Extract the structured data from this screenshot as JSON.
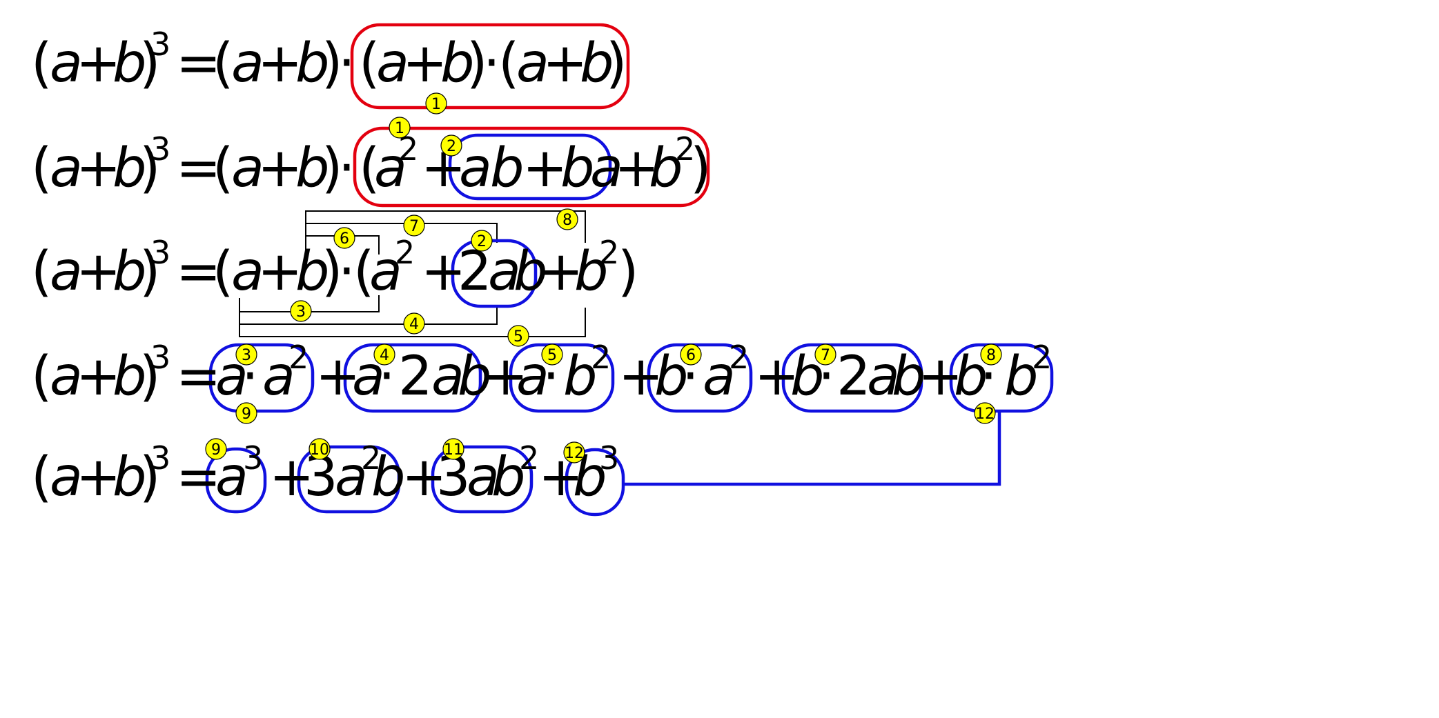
{
  "colors": {
    "red_box": "#e3000f",
    "blue_box": "#1010e0",
    "badge_fill": "#ffff00",
    "connector": "#000000",
    "text": "#000000"
  },
  "badges": {
    "b1a": "1",
    "b1b": "1",
    "b2a": "2",
    "b2b": "2",
    "b3a": "3",
    "b3b": "3",
    "b4a": "4",
    "b4b": "4",
    "b5a": "5",
    "b5b": "5",
    "b6a": "6",
    "b6b": "6",
    "b7a": "7",
    "b7b": "7",
    "b8a": "8",
    "b8b": "8",
    "b9a": "9",
    "b9b": "9",
    "b10": "10",
    "b11": "11",
    "b12a": "12",
    "b12b": "12"
  },
  "math": {
    "lp": "(",
    "rp": ")",
    "a": "a",
    "b": "b",
    "plus": "+",
    "eq": "=",
    "dot": "·",
    "two": "2",
    "three": "3",
    "exp2": "2",
    "exp3": "3"
  }
}
